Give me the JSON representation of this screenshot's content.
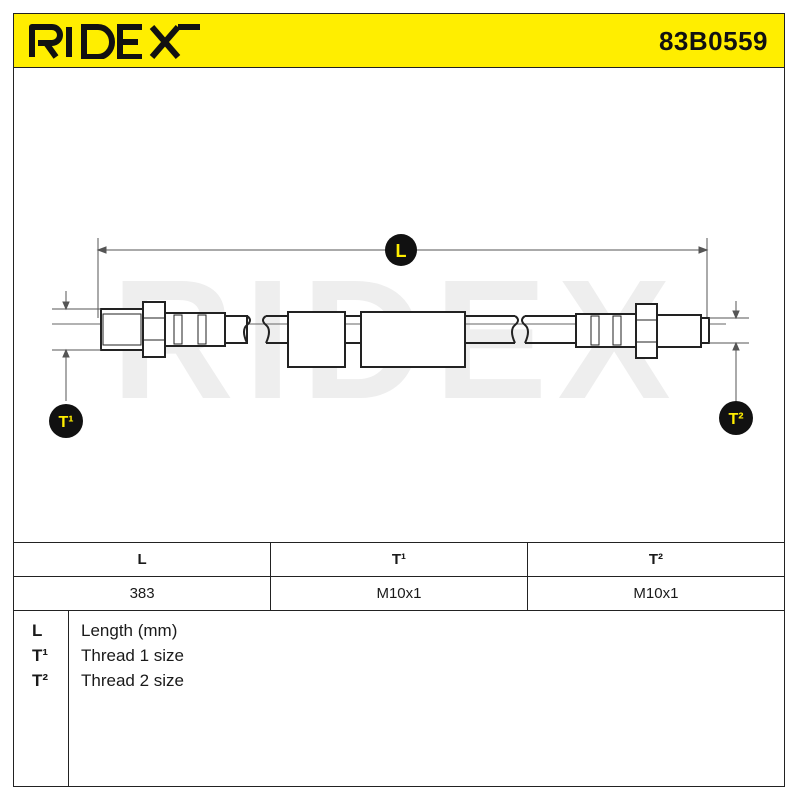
{
  "header": {
    "brand": "RIDEX",
    "part_number": "83B0559",
    "background_color": "#ffee00"
  },
  "drawing": {
    "watermark": "RIDEX",
    "badges": {
      "length": "L",
      "thread1": "T¹",
      "thread2": "T²"
    }
  },
  "spec_table": {
    "headers": [
      "L",
      "T¹",
      "T²"
    ],
    "values": [
      "383",
      "M10x1",
      "M10x1"
    ]
  },
  "legend": {
    "items": [
      {
        "key": "L",
        "text": "Length (mm)"
      },
      {
        "key": "T¹",
        "text": "Thread 1 size"
      },
      {
        "key": "T²",
        "text": "Thread 2 size"
      }
    ]
  }
}
